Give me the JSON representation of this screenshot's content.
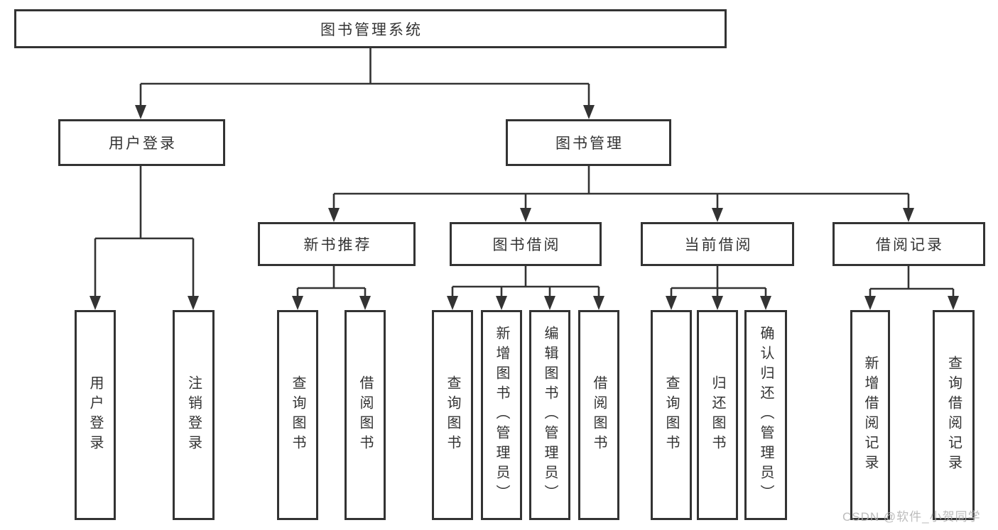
{
  "page": {
    "watermark": "CSDN @软件_小贺同学"
  },
  "colors": {
    "line": "#333333",
    "text": "#333333",
    "box_bg": "#ffffff",
    "watermark": "#b3b3b3"
  },
  "tree": {
    "root": "图书管理系统",
    "level1": [
      {
        "label": "用户登录",
        "children": [
          "用户登录",
          "注销登录"
        ]
      },
      {
        "label": "图书管理",
        "children": [
          {
            "label": "新书推荐",
            "children": [
              "查询图书",
              "借阅图书"
            ]
          },
          {
            "label": "图书借阅",
            "children": [
              "查询图书",
              "新增图书（管理员）",
              "编辑图书（管理员）",
              "借阅图书"
            ]
          },
          {
            "label": "当前借阅",
            "children": [
              "查询图书",
              "归还图书",
              "确认归还（管理员）"
            ]
          },
          {
            "label": "借阅记录",
            "children": [
              "新增借阅记录",
              "查询借阅记录"
            ]
          }
        ]
      }
    ]
  }
}
